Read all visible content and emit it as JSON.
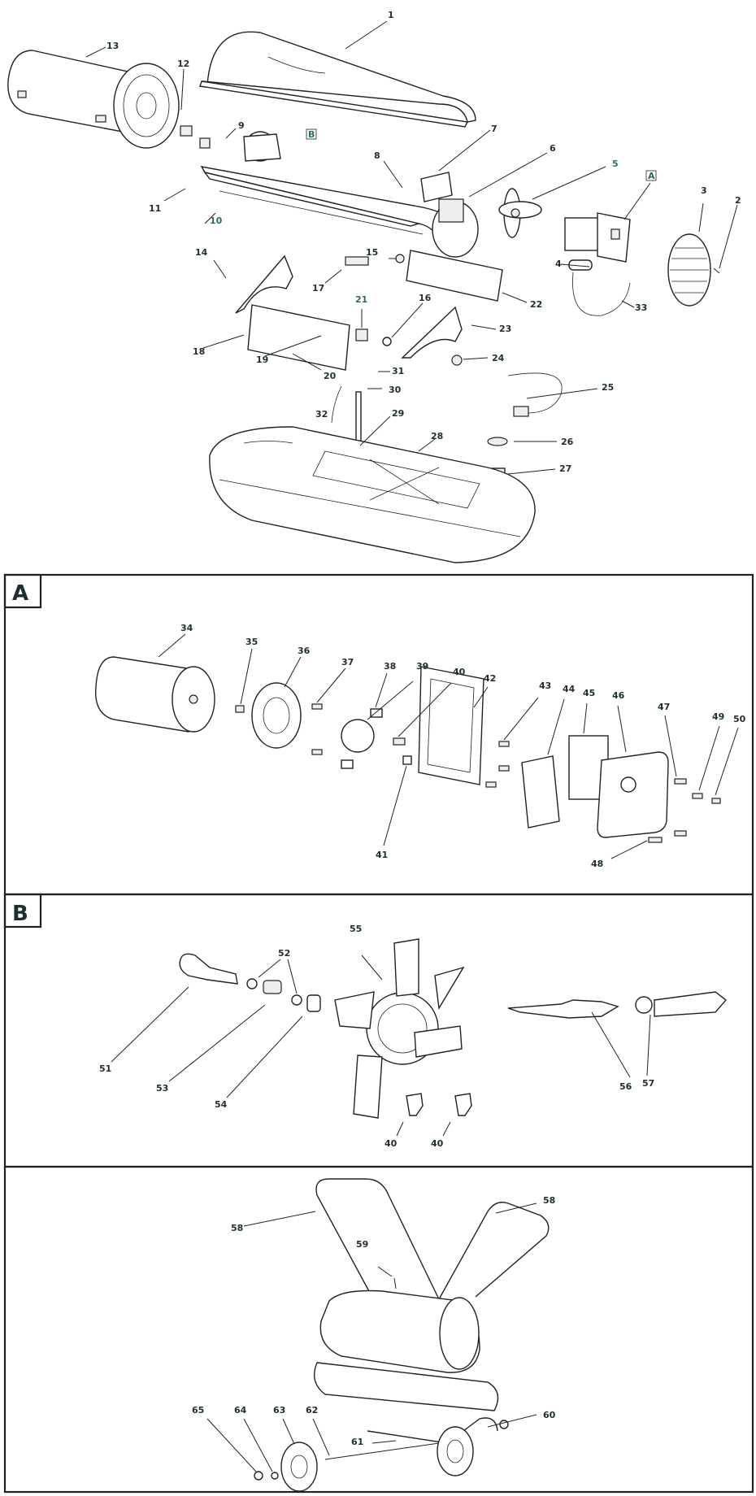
{
  "sections": [
    {
      "id": "main",
      "title": ""
    },
    {
      "id": "A",
      "title": "A"
    },
    {
      "id": "B",
      "title": "B"
    },
    {
      "id": "C",
      "title": ""
    }
  ],
  "ref_tags": {
    "a": "A",
    "b": "B"
  },
  "labels": {
    "1": "1",
    "2": "2",
    "3": "3",
    "4": "4",
    "5": "5",
    "6": "6",
    "7": "7",
    "8": "8",
    "9": "9",
    "10": "10",
    "11": "11",
    "12": "12",
    "13": "13",
    "14": "14",
    "15": "15",
    "16": "16",
    "17": "17",
    "18": "18",
    "19": "19",
    "20": "20",
    "21": "21",
    "22": "22",
    "23": "23",
    "24": "24",
    "25": "25",
    "26": "26",
    "27": "27",
    "28": "28",
    "29": "29",
    "30": "30",
    "31": "31",
    "32": "32",
    "33": "33",
    "34": "34",
    "35": "35",
    "36": "36",
    "37": "37",
    "38": "38",
    "39": "39",
    "40": "40",
    "41": "41",
    "42": "42",
    "43": "43",
    "44": "44",
    "45": "45",
    "46": "46",
    "47": "47",
    "48": "48",
    "49": "49",
    "50": "50",
    "51": "51",
    "52": "52",
    "53": "53",
    "54": "54",
    "55": "55",
    "56": "56",
    "57": "57",
    "58": "58",
    "59": "59",
    "60": "60",
    "61": "61",
    "62": "62",
    "63": "63",
    "64": "64",
    "65": "65"
  },
  "colors": {
    "line": "#222222",
    "label": "#1e2f2f",
    "label_alt": "#2f6b66",
    "background": "#ffffff"
  }
}
